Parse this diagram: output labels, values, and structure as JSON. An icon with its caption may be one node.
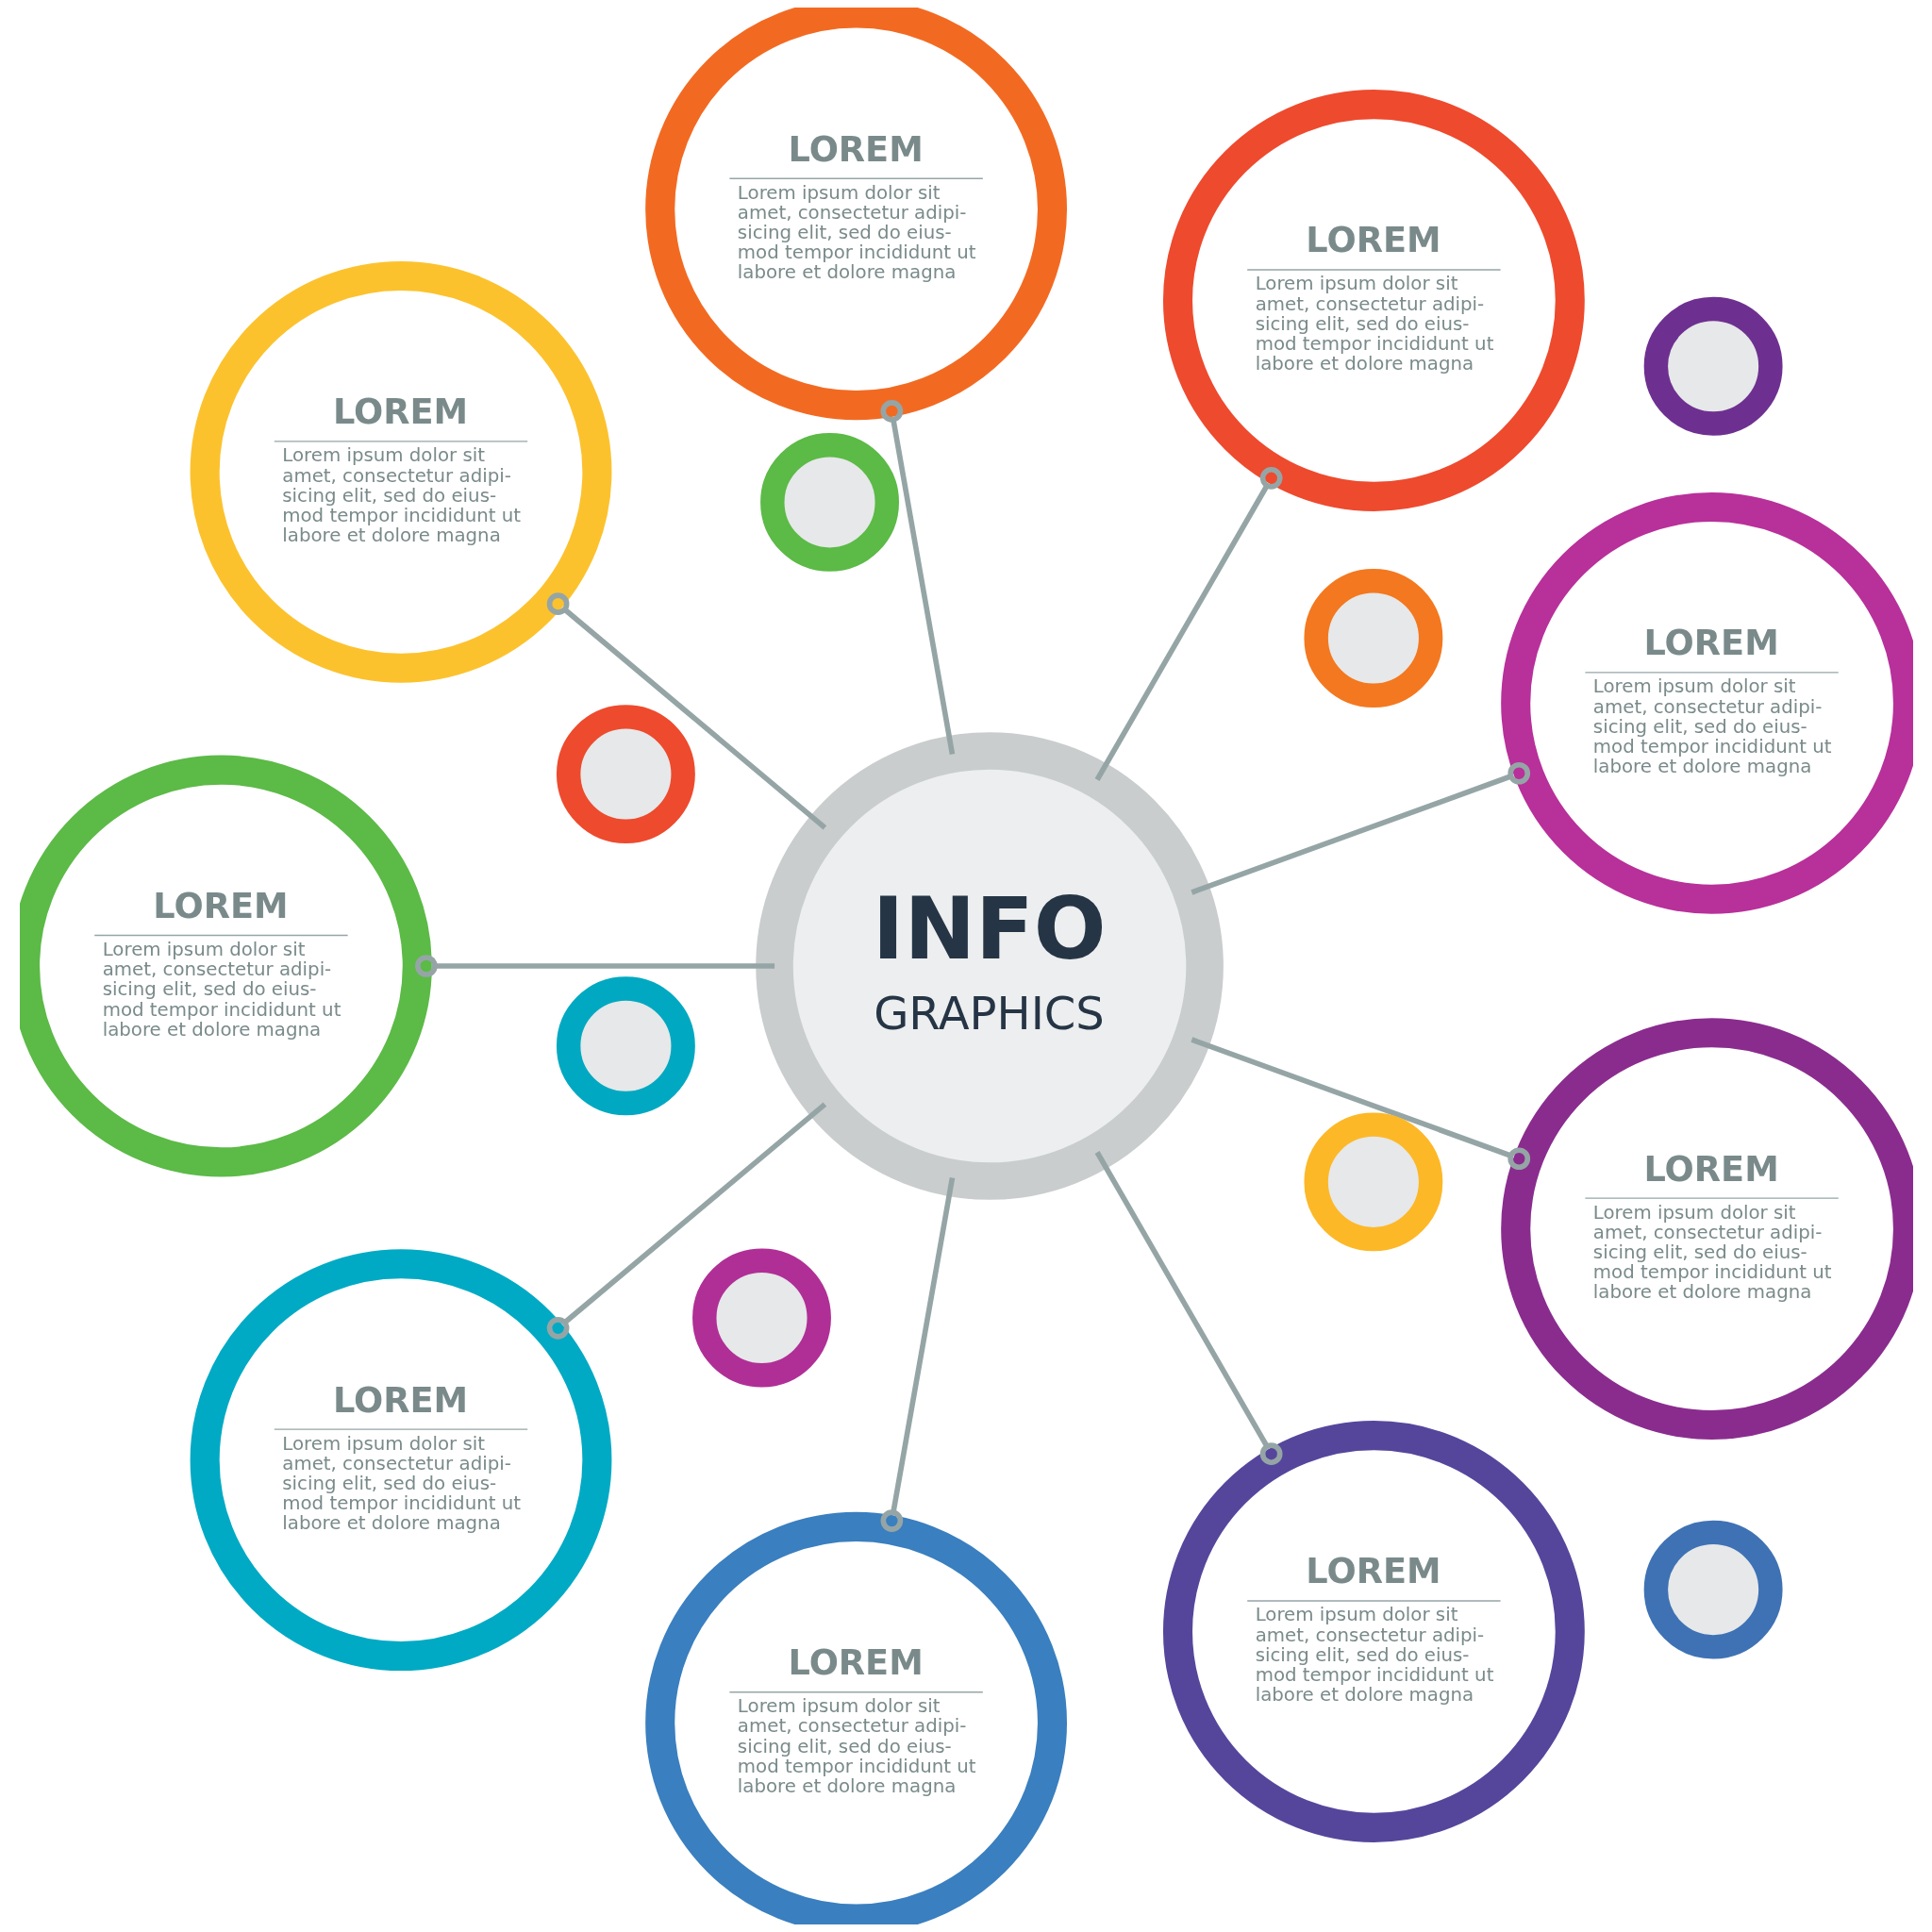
{
  "diagram": {
    "nodes": [
      {
        "text": [
          "INFO",
          "GRAPHICS"
        ]
      },
      {
        "text": [
          "LOREM",
          "Lorem ipsum dolor sit amet, consectetur adipi- sicing elit, sed do eius- mod tempor incididunt ut labore et dolore magna"
        ]
      },
      {
        "text": [
          "LOREM",
          "Lorem ipsum dolor sit amet, consectetur adipi- sicing elit, sed do eius- mod tempor incididunt ut labore et dolore magna"
        ]
      },
      {
        "text": [
          "LOREM",
          "Lorem ipsum dolor sit amet, consectetur adipi- sicing elit, sed do eius- mod tempor incididunt ut labore et dolore magna"
        ]
      },
      {
        "text": [
          "LOREM",
          "Lorem ipsum dolor sit amet, consectetur adipi- sicing elit, sed do eius- mod tempor incididunt ut labore et dolore magna"
        ]
      },
      {
        "text": [
          "LOREM",
          "Lorem ipsum dolor sit amet, consectetur adipi- sicing elit, sed do eius- mod tempor incididunt ut labore et dolore magna"
        ]
      },
      {
        "text": [
          "LOREM",
          "Lorem ipsum dolor sit amet, consectetur adipi- sicing elit, sed do eius- mod tempor incididunt ut labore et dolore magna"
        ]
      },
      {
        "text": [
          "LOREM",
          "Lorem ipsum dolor sit amet, consectetur adipi- sicing elit, sed do eius- mod tempor incididunt ut labore et dolore magna"
        ]
      },
      {
        "text": [
          "LOREM",
          "Lorem ipsum dolor sit amet, consectetur adipi- sicing elit, sed do eius- mod tempor incididunt ut labore et dolore magna"
        ]
      },
      {
        "text": [
          "LOREM",
          "Lorem ipsum dolor sit amet, consectetur adipi- sicing elit, sed do eius- mod tempor incididunt ut labore et dolore magna"
        ]
      },
      {
        "text": [],
        "shape": "circle"
      },
      {
        "text": [],
        "shape": "circle"
      },
      {
        "text": [],
        "shape": "circle"
      },
      {
        "text": [],
        "shape": "circle"
      },
      {
        "text": [],
        "shape": "circle"
      },
      {
        "text": [],
        "shape": "circle"
      },
      {
        "text": [],
        "shape": "circle"
      },
      {
        "text": [],
        "shape": "circle"
      }
    ],
    "edges": [
      {
        "from": 0,
        "to": 1,
        "arrow": "other"
      },
      {
        "from": 0,
        "to": 2,
        "arrow": "other"
      },
      {
        "from": 0,
        "to": 3,
        "arrow": "other"
      },
      {
        "from": 0,
        "to": 4,
        "arrow": "other"
      },
      {
        "from": 0,
        "to": 5,
        "arrow": "other"
      },
      {
        "from": 0,
        "to": 6,
        "arrow": "other"
      },
      {
        "from": 0,
        "to": 7,
        "arrow": "other"
      },
      {
        "from": 0,
        "to": 8,
        "arrow": "other"
      },
      {
        "from": 0,
        "to": 9,
        "arrow": "other"
      }
    ]
  }
}
